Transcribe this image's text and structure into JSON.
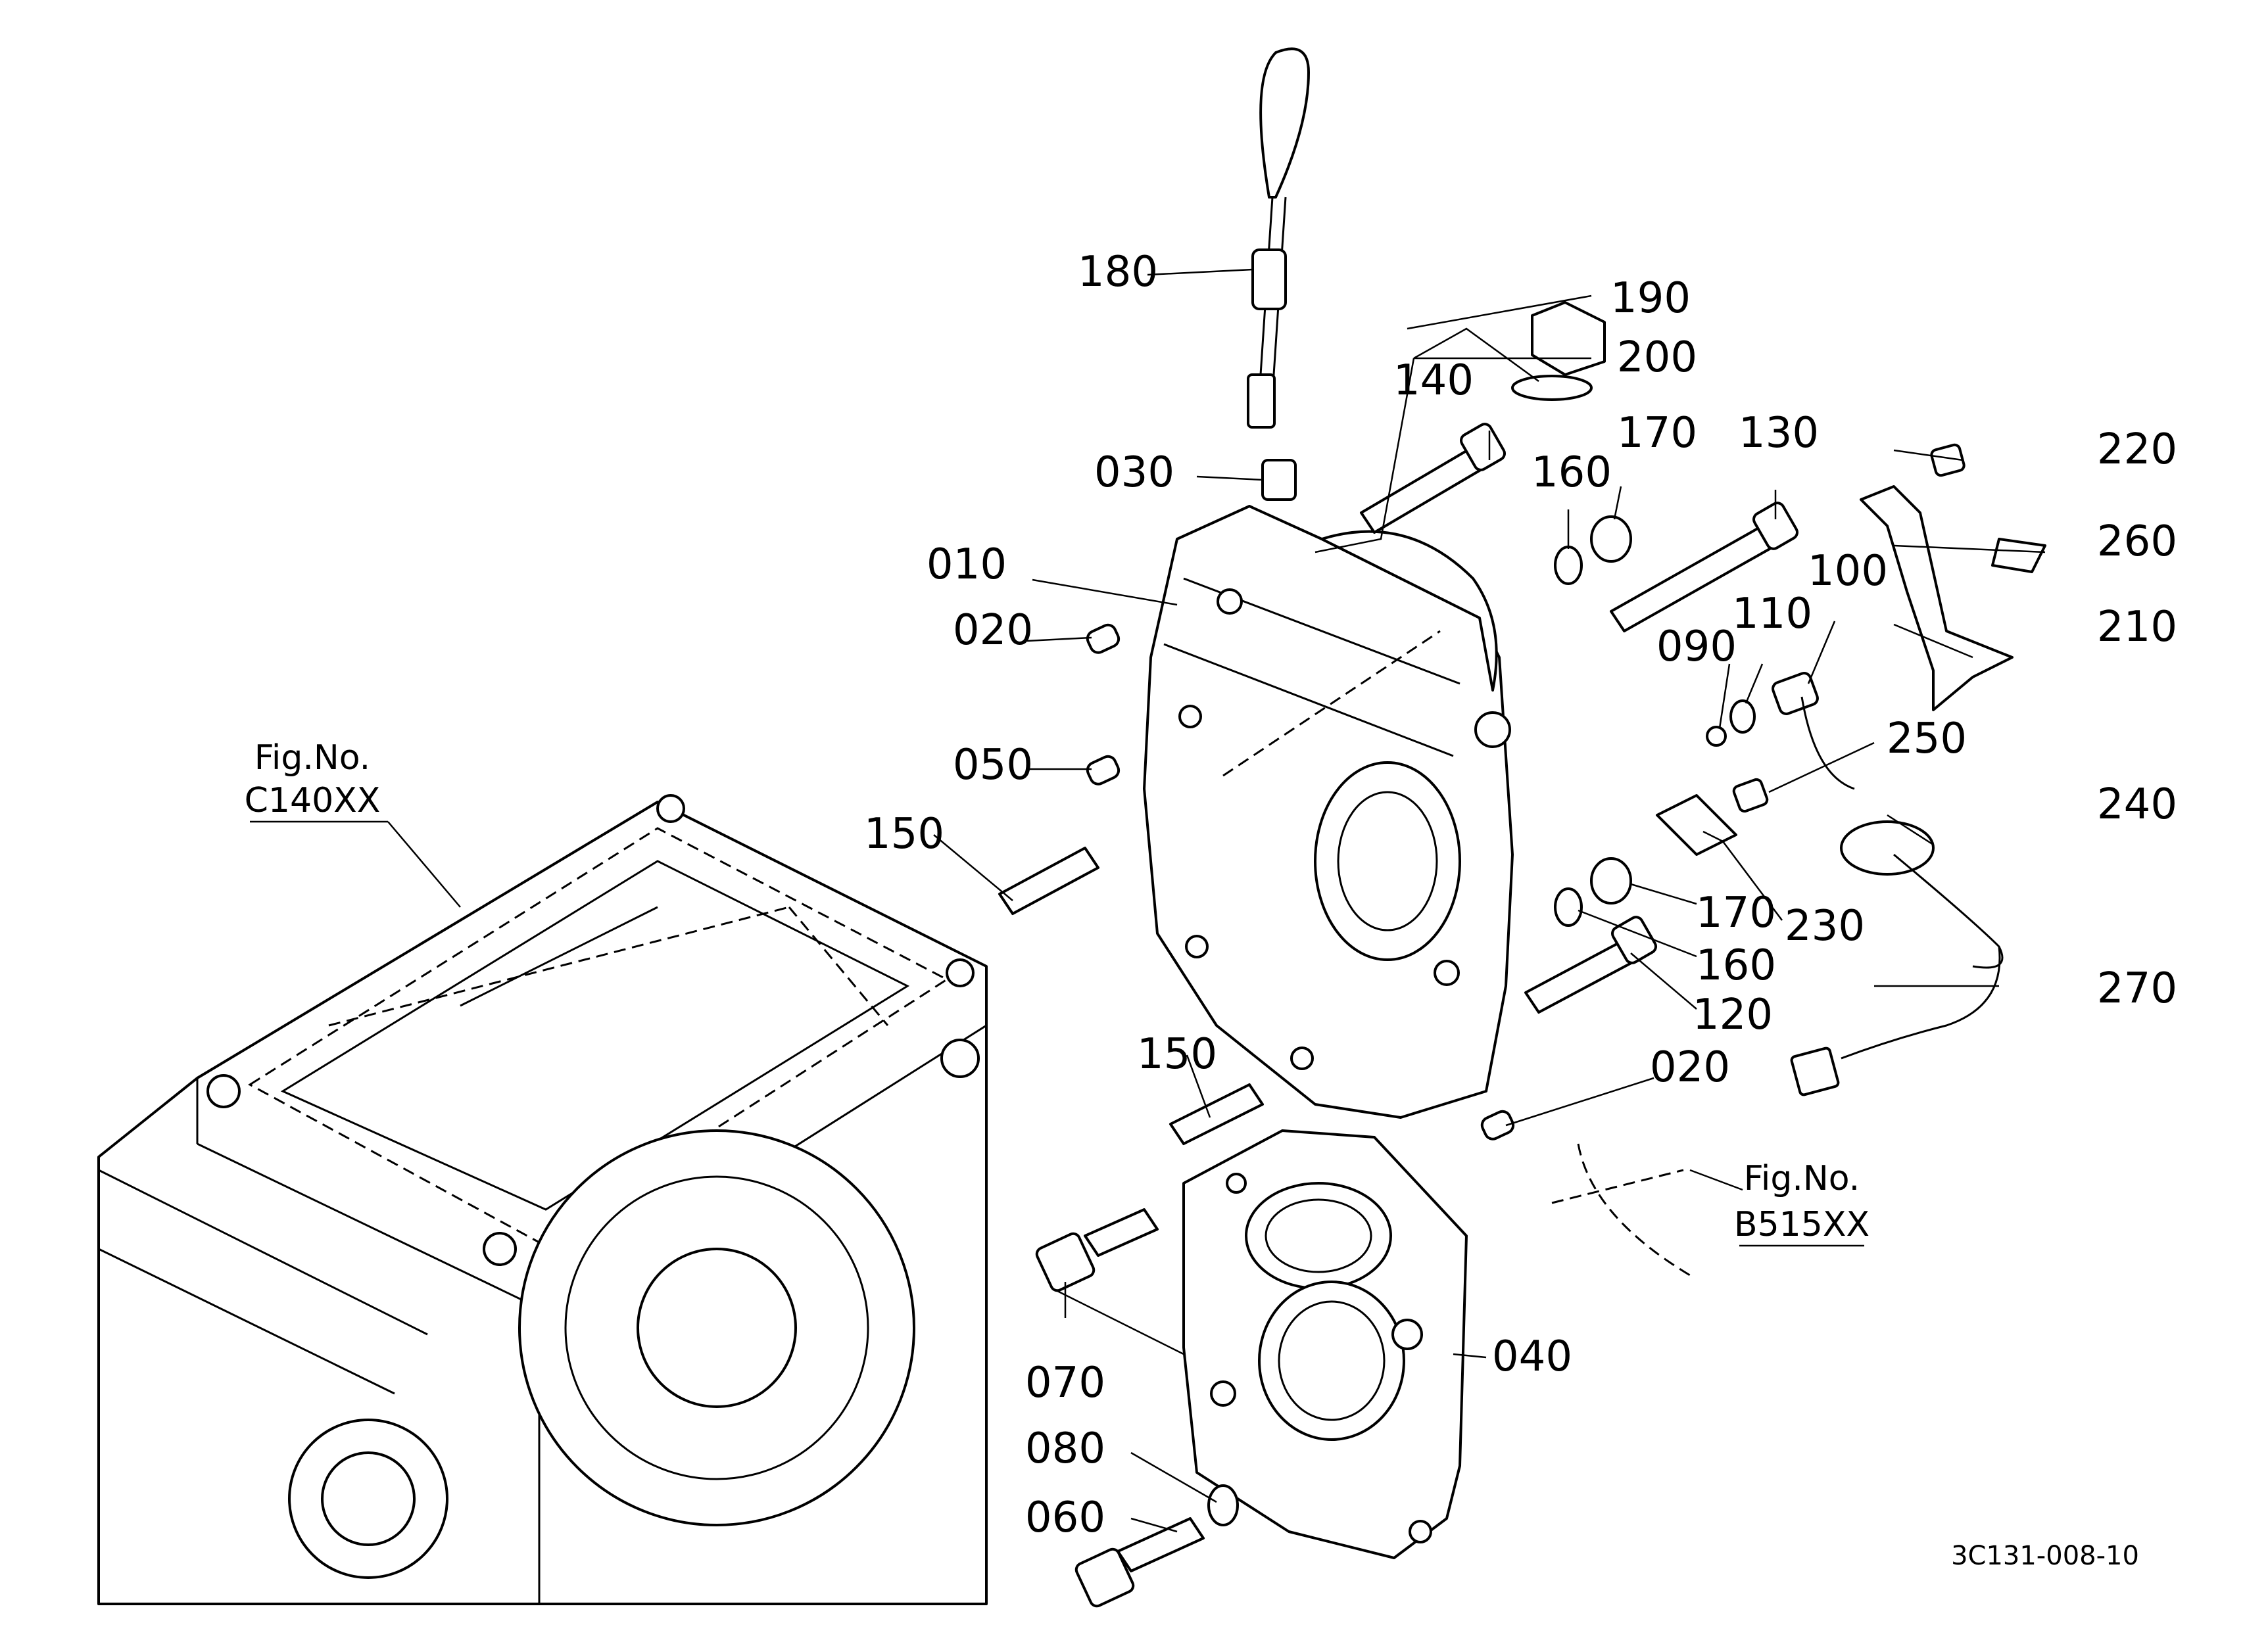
{
  "callouts": [
    {
      "id": "010",
      "label": "010"
    },
    {
      "id": "020a",
      "label": "020"
    },
    {
      "id": "020b",
      "label": "020"
    },
    {
      "id": "030",
      "label": "030"
    },
    {
      "id": "040",
      "label": "040"
    },
    {
      "id": "050",
      "label": "050"
    },
    {
      "id": "060",
      "label": "060"
    },
    {
      "id": "070",
      "label": "070"
    },
    {
      "id": "080",
      "label": "080"
    },
    {
      "id": "090",
      "label": "090"
    },
    {
      "id": "100",
      "label": "100"
    },
    {
      "id": "110",
      "label": "110"
    },
    {
      "id": "120",
      "label": "120"
    },
    {
      "id": "130",
      "label": "130"
    },
    {
      "id": "140",
      "label": "140"
    },
    {
      "id": "150a",
      "label": "150"
    },
    {
      "id": "150b",
      "label": "150"
    },
    {
      "id": "160a",
      "label": "160"
    },
    {
      "id": "160b",
      "label": "160"
    },
    {
      "id": "170a",
      "label": "170"
    },
    {
      "id": "170b",
      "label": "170"
    },
    {
      "id": "180",
      "label": "180"
    },
    {
      "id": "190",
      "label": "190"
    },
    {
      "id": "200",
      "label": "200"
    },
    {
      "id": "210",
      "label": "210"
    },
    {
      "id": "220",
      "label": "220"
    },
    {
      "id": "230",
      "label": "230"
    },
    {
      "id": "240",
      "label": "240"
    },
    {
      "id": "250",
      "label": "250"
    },
    {
      "id": "260",
      "label": "260"
    },
    {
      "id": "270",
      "label": "270"
    }
  ],
  "figure_refs": [
    {
      "id": "c140",
      "title": "Fig.No.",
      "code": "C140XX"
    },
    {
      "id": "b515",
      "title": "Fig.No.",
      "code": "B515XX"
    }
  ],
  "drawing_code": "3C131-008-10"
}
